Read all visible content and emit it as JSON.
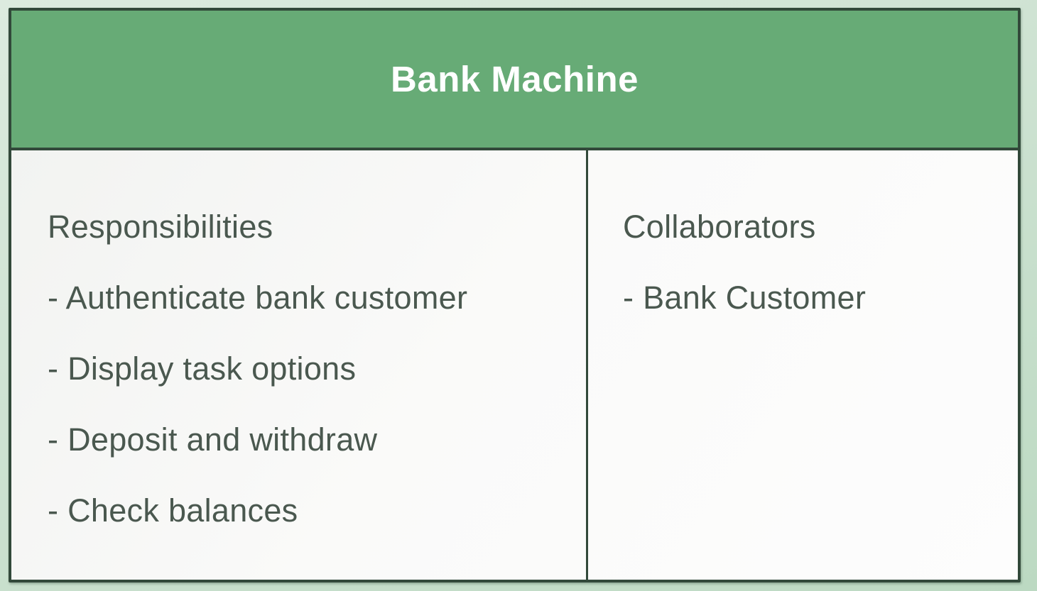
{
  "card": {
    "title": "Bank Machine",
    "responsibilities": {
      "heading": "Responsibilities",
      "items": [
        "- Authenticate bank customer",
        "- Display task options",
        "- Deposit and withdraw",
        "- Check balances"
      ]
    },
    "collaborators": {
      "heading": "Collaborators",
      "items": [
        "- Bank Customer"
      ]
    }
  },
  "colors": {
    "page_background": "#cfe3d3",
    "header_green": "#67ab76",
    "border_dark_green": "#32493a",
    "card_body_background": "#fafaf9",
    "title_text": "#ffffff",
    "body_text": "#4a584f"
  }
}
